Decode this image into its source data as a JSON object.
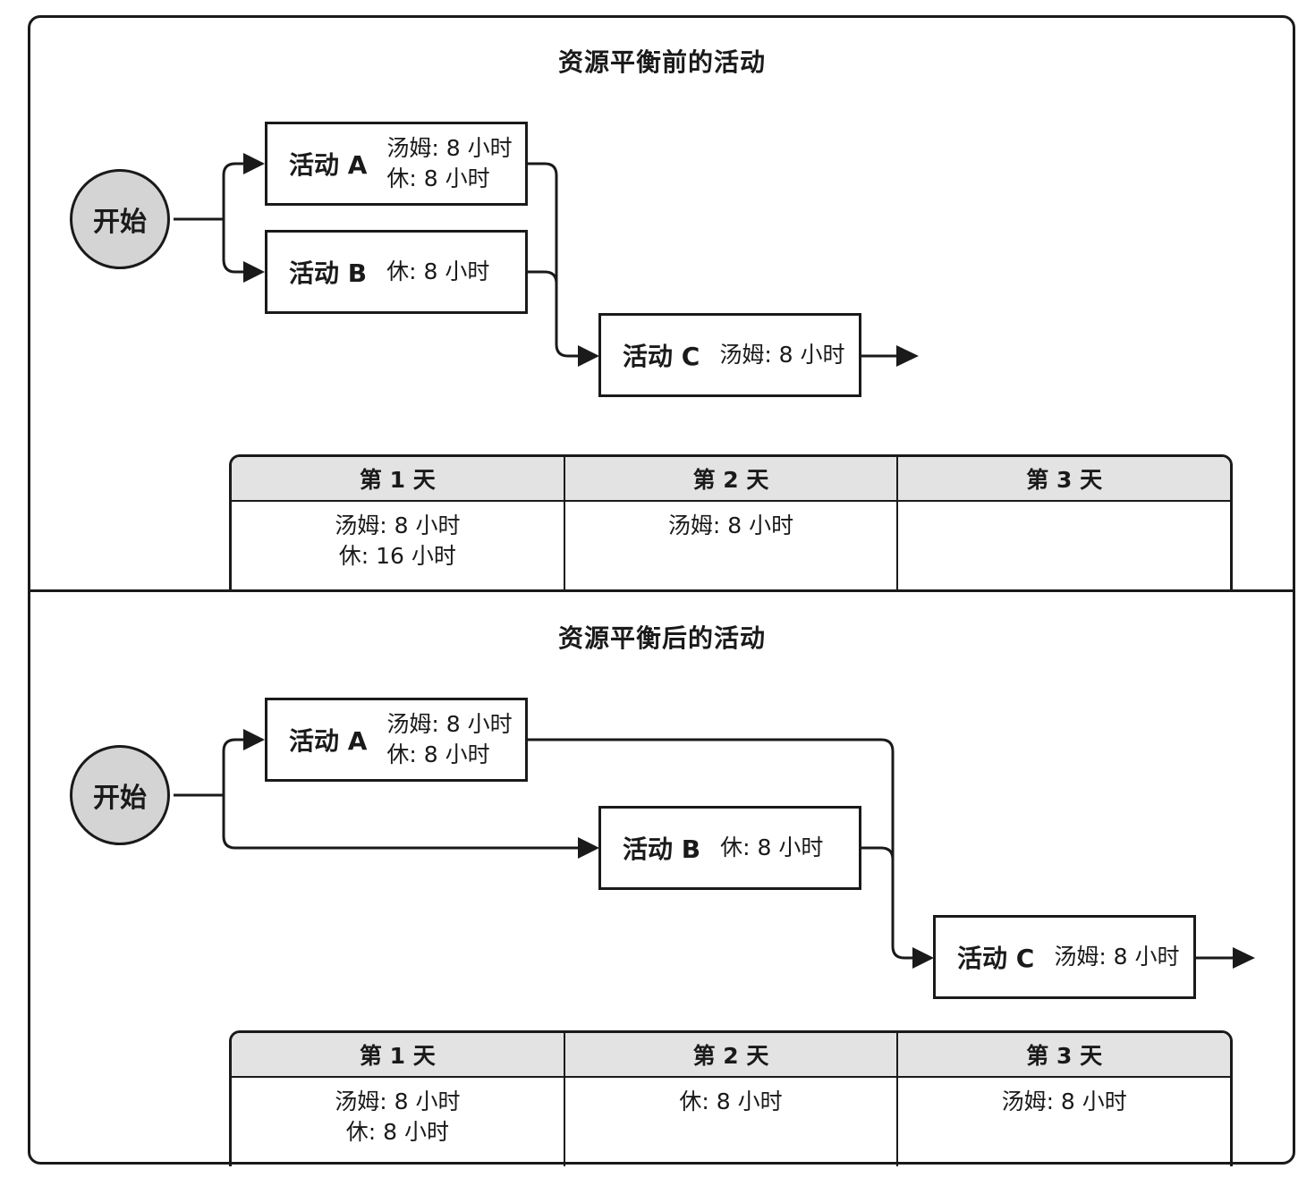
{
  "top": {
    "title": "资源平衡前的活动",
    "start_label": "开始",
    "activities": [
      {
        "name": "活动 A",
        "resources": [
          "汤姆: 8 小时",
          "休: 8 小时"
        ]
      },
      {
        "name": "活动 B",
        "resources": [
          "休: 8 小时"
        ]
      },
      {
        "name": "活动 C",
        "resources": [
          "汤姆: 8 小时"
        ]
      }
    ],
    "schedule": [
      {
        "day": "第 1 天",
        "entries": [
          "汤姆: 8 小时",
          "休: 16 小时"
        ]
      },
      {
        "day": "第 2 天",
        "entries": [
          "汤姆: 8 小时"
        ]
      },
      {
        "day": "第 3 天",
        "entries": []
      }
    ]
  },
  "bottom": {
    "title": "资源平衡后的活动",
    "start_label": "开始",
    "activities": [
      {
        "name": "活动 A",
        "resources": [
          "汤姆: 8 小时",
          "休: 8 小时"
        ]
      },
      {
        "name": "活动 B",
        "resources": [
          "休: 8 小时"
        ]
      },
      {
        "name": "活动 C",
        "resources": [
          "汤姆: 8 小时"
        ]
      }
    ],
    "schedule": [
      {
        "day": "第 1 天",
        "entries": [
          "汤姆: 8 小时",
          "休: 8 小时"
        ]
      },
      {
        "day": "第 2 天",
        "entries": [
          "休: 8 小时"
        ]
      },
      {
        "day": "第 3 天",
        "entries": [
          "汤姆: 8 小时"
        ]
      }
    ]
  }
}
